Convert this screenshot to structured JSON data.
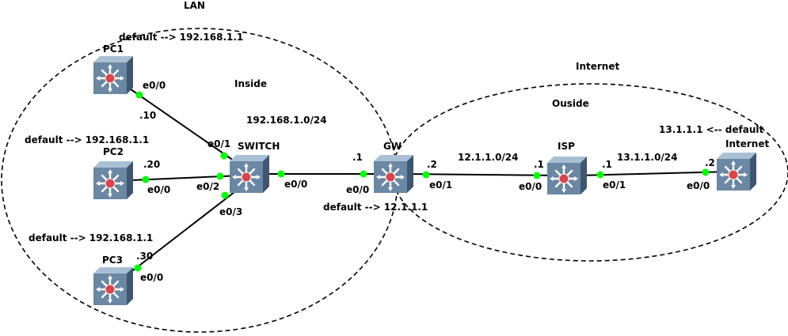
{
  "colors": {
    "link": "#000000",
    "port_dot": "#00ff00",
    "device_front": "#6a87a3",
    "device_top": "#a9bfd4",
    "device_side": "#3e5670",
    "device_center": "#d9454a",
    "region_border": "#000000"
  },
  "zones": {
    "lan_title": "LAN",
    "inside_label": "Inside",
    "internet_title": "Internet",
    "outside_label": "Ouside"
  },
  "subnets": {
    "lan": "192.168.1.0/24",
    "gw_isp": "12.1.1.0/24",
    "isp_internet": "13.1.1.0/24"
  },
  "devices": {
    "pc1": {
      "name": "PC1",
      "route": "default --> 192.168.1.1"
    },
    "pc2": {
      "name": "PC2",
      "route": "default --> 192.168.1.1"
    },
    "pc3": {
      "name": "PC3",
      "route": "default --> 192.168.1.1"
    },
    "switch": {
      "name": "SWITCH"
    },
    "gw": {
      "name": "GW",
      "route": "default --> 12.1.1.1"
    },
    "isp": {
      "name": "ISP"
    },
    "internet": {
      "name": "Internet",
      "route": "13.1.1.1 <-- default"
    }
  },
  "ports": {
    "pc1_e00": "e0/0",
    "pc1_ip": ".10",
    "pc2_e00": "e0/0",
    "pc2_ip": ".20",
    "pc3_e00": "e0/0",
    "pc3_ip": ".30",
    "sw_e01": "e0/1",
    "sw_e02": "e0/2",
    "sw_e03": "e0/3",
    "sw_e00": "e0/0",
    "gw_e00": "e0/0",
    "gw_e00_ip": ".1",
    "gw_e01": "e0/1",
    "gw_e01_ip": ".2",
    "isp_e00": "e0/0",
    "isp_e00_ip": ".1",
    "isp_e01": "e0/1",
    "isp_e01_ip": ".1",
    "inet_e00": "e0/0",
    "inet_e00_ip": ".2"
  }
}
